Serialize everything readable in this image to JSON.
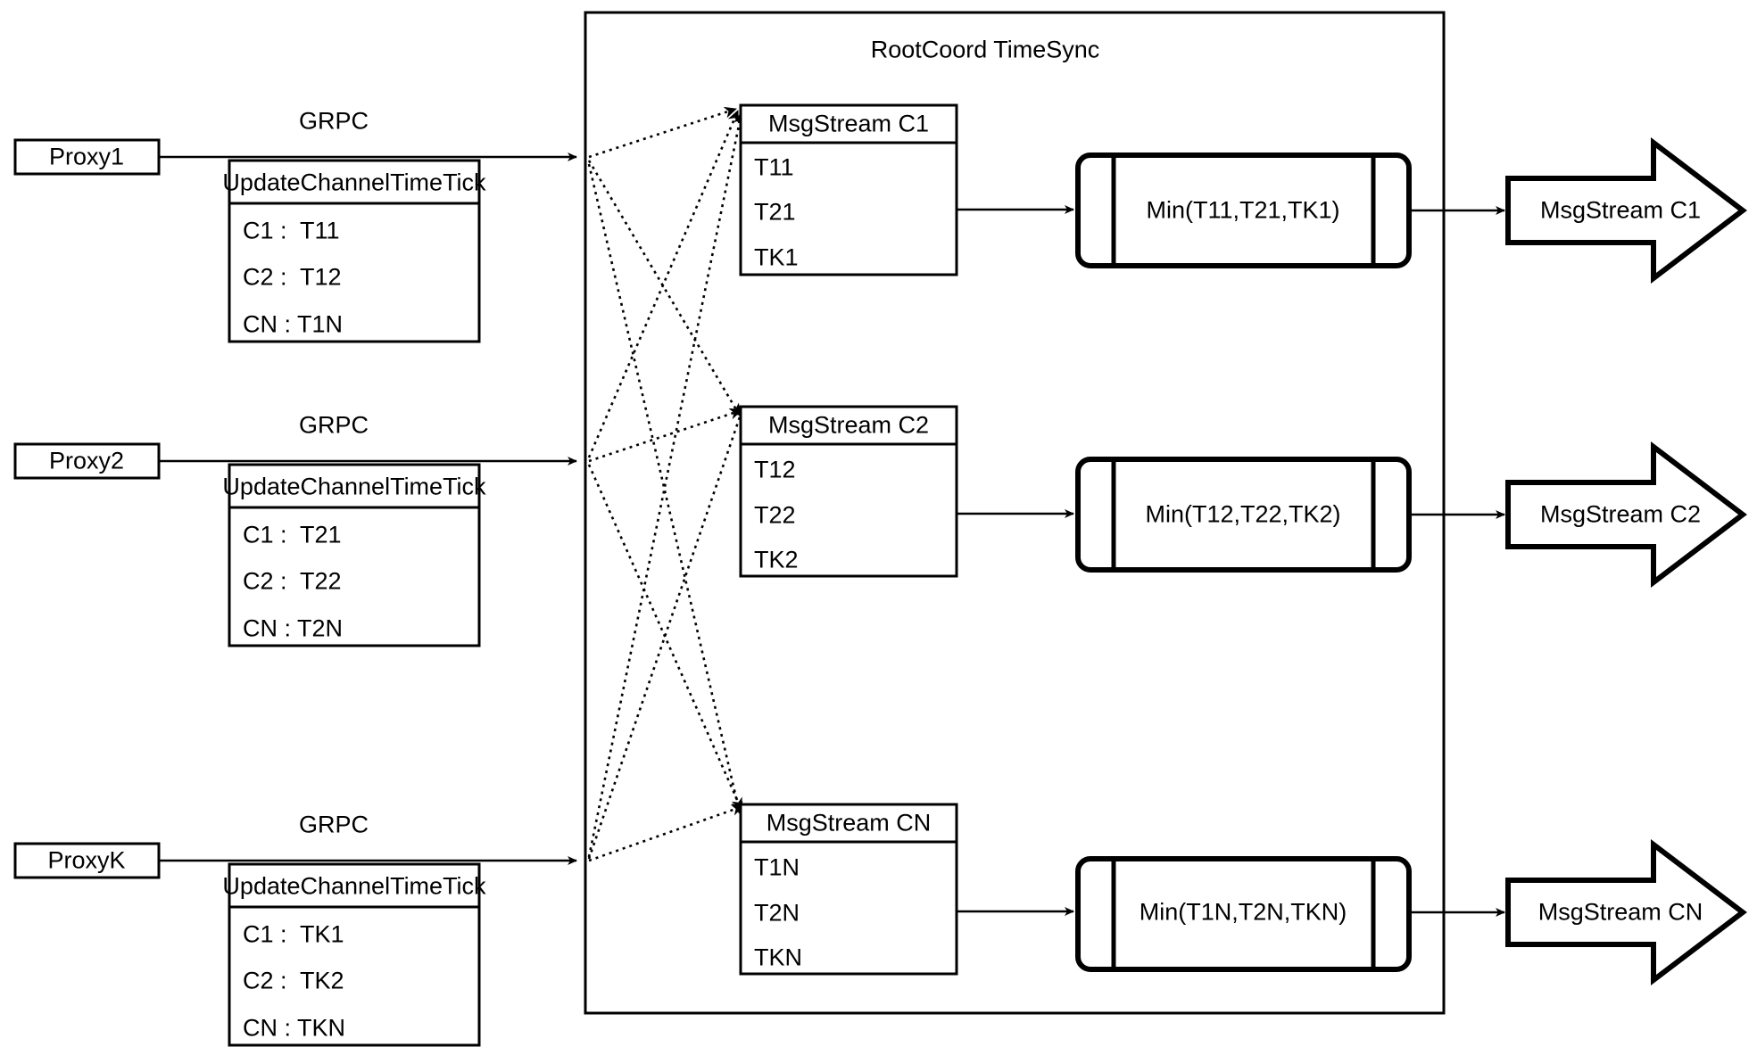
{
  "diagram": {
    "title": "RootCoord TimeSync",
    "container_label": "RootCoord TimeSync",
    "link_label_grpc": "GRPC"
  },
  "proxies": [
    {
      "name": "Proxy1",
      "link_label": "GRPC",
      "message": {
        "header": "UpdateChannelTimeTick",
        "rows": [
          "C1 :  T11",
          "C2 :  T12",
          "CN : T1N"
        ]
      }
    },
    {
      "name": "Proxy2",
      "link_label": "GRPC",
      "message": {
        "header": "UpdateChannelTimeTick",
        "rows": [
          "C1 :  T21",
          "C2 :  T22",
          "CN : T2N"
        ]
      }
    },
    {
      "name": "ProxyK",
      "link_label": "GRPC",
      "message": {
        "header": "UpdateChannelTimeTick",
        "rows": [
          "C1 :  TK1",
          "C2 :  TK2",
          "CN : TKN"
        ]
      }
    }
  ],
  "channels": [
    {
      "stream": {
        "header": "MsgStream C1",
        "rows": [
          "T11",
          "T21",
          "TK1"
        ]
      },
      "process": "Min(T11,T21,TK1)",
      "output": "MsgStream C1"
    },
    {
      "stream": {
        "header": "MsgStream C2",
        "rows": [
          "T12",
          "T22",
          "TK2"
        ]
      },
      "process": "Min(T12,T22,TK2)",
      "output": "MsgStream C2"
    },
    {
      "stream": {
        "header": "MsgStream CN",
        "rows": [
          "T1N",
          "T2N",
          "TKN"
        ]
      },
      "process": "Min(T1N,T2N,TKN)",
      "output": "MsgStream CN"
    }
  ],
  "colors": {
    "stroke": "#000000",
    "fill": "#ffffff"
  }
}
